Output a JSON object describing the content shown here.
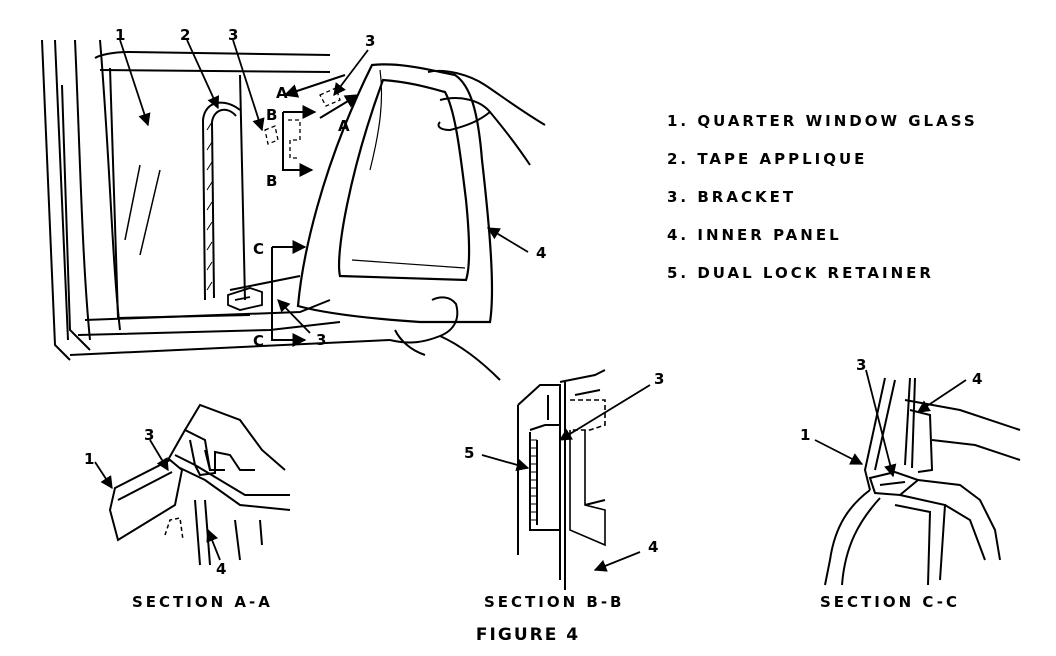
{
  "legend": [
    "1. QUARTER WINDOW GLASS",
    "2. TAPE APPLIQUE",
    "3. BRACKET",
    "4. INNER PANEL",
    "5. DUAL LOCK RETAINER"
  ],
  "main_callouts": {
    "c1": "1",
    "c2": "2",
    "c3a": "3",
    "c3b": "3",
    "c3c": "3",
    "c4": "4",
    "A1": "A",
    "A2": "A",
    "B1": "B",
    "B2": "B",
    "C1": "C",
    "C2": "C"
  },
  "section_aa": {
    "title": "SECTION A-A",
    "c1": "1",
    "c3": "3",
    "c4": "4"
  },
  "section_bb": {
    "title": "SECTION B-B",
    "c3": "3",
    "c4": "4",
    "c5": "5"
  },
  "section_cc": {
    "title": "SECTION C-C",
    "c1": "1",
    "c3": "3",
    "c4": "4"
  },
  "figure_caption": "FIGURE 4"
}
